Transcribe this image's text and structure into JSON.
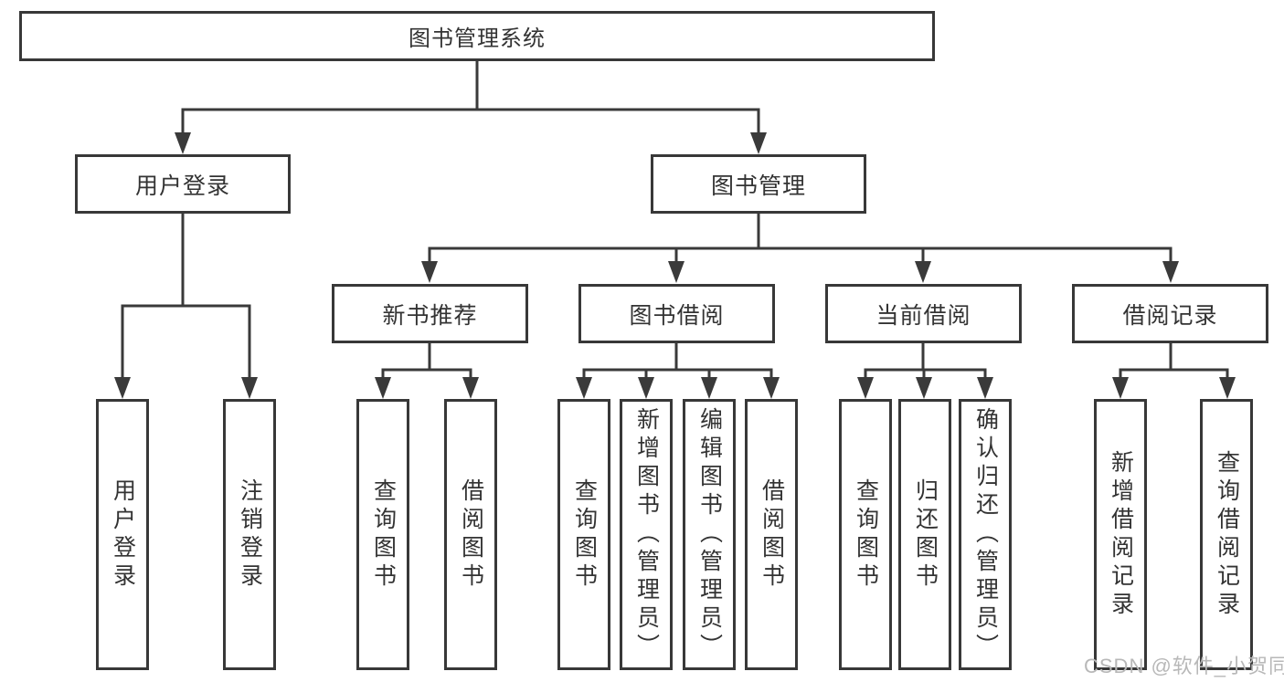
{
  "tree": {
    "root": {
      "label": "图书管理系统"
    },
    "branches": [
      {
        "label": "用户登录",
        "children": [
          {
            "label": "用户登录"
          },
          {
            "label": "注销登录"
          }
        ]
      },
      {
        "label": "图书管理",
        "children": [
          {
            "label": "新书推荐",
            "children": [
              {
                "label": "查询图书"
              },
              {
                "label": "借阅图书"
              }
            ]
          },
          {
            "label": "图书借阅",
            "children": [
              {
                "label": "查询图书"
              },
              {
                "label": "新增图书（管理员）"
              },
              {
                "label": "编辑图书（管理员）"
              },
              {
                "label": "借阅图书"
              }
            ]
          },
          {
            "label": "当前借阅",
            "children": [
              {
                "label": "查询图书"
              },
              {
                "label": "归还图书"
              },
              {
                "label": "确认归还（管理员）"
              }
            ]
          },
          {
            "label": "借阅记录",
            "children": [
              {
                "label": "新增借阅记录"
              },
              {
                "label": "查询借阅记录"
              }
            ]
          }
        ]
      }
    ]
  },
  "watermark": "CSDN @软件_小贺同学",
  "colors": {
    "line": "#3a3a3a",
    "border": "#383838",
    "text": "#333333",
    "watermark": "#b8b8b8",
    "background": "#ffffff"
  }
}
